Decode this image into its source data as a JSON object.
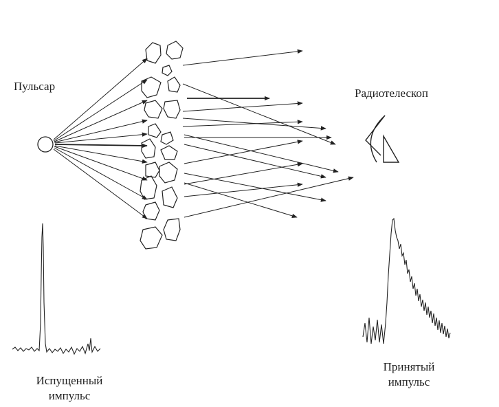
{
  "labels": {
    "pulsar": "Пульсар",
    "radiotelescope": "Радиотелескоп",
    "emitted_line1": "Испущенный",
    "emitted_line2": "импульс",
    "received_line1": "Принятый",
    "received_line2": "импульс"
  },
  "colors": {
    "ink": "#222222",
    "background": "#ffffff"
  }
}
